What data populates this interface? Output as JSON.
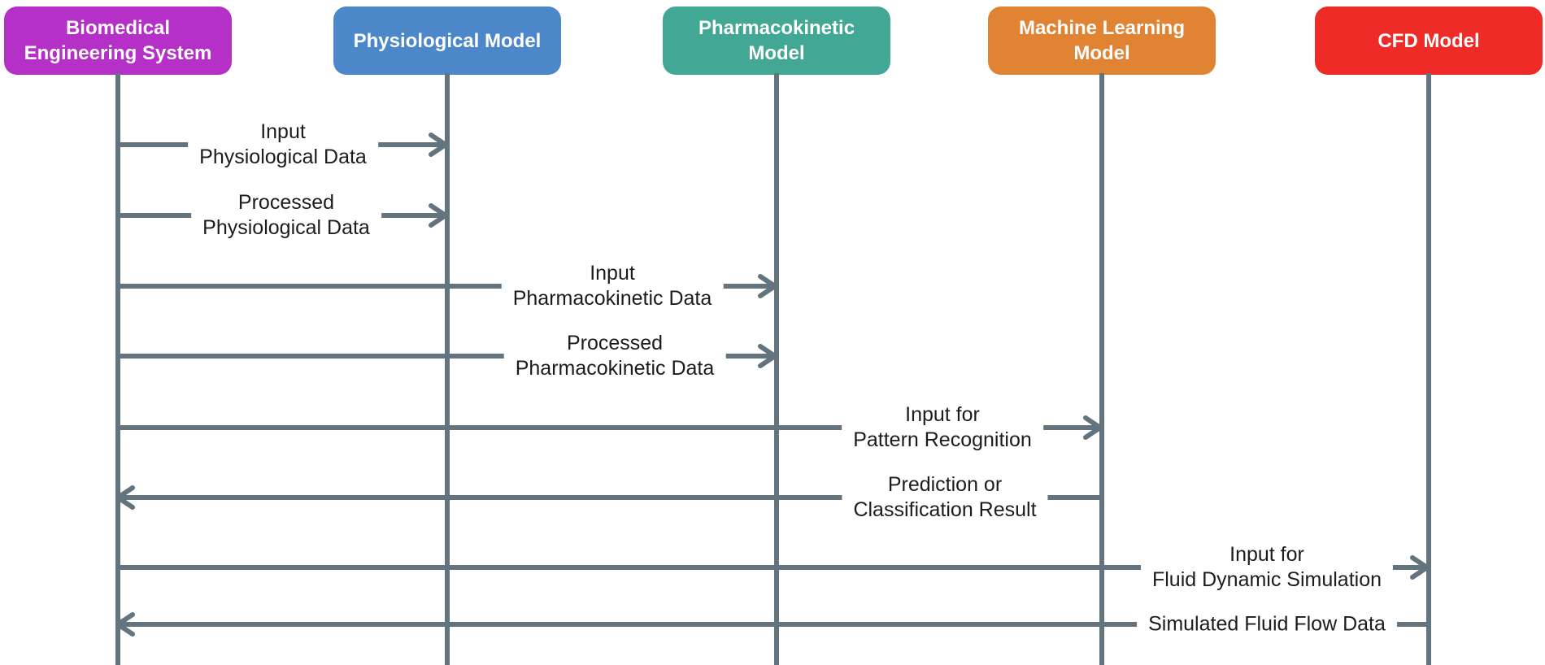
{
  "diagram": {
    "kind": "sequence-diagram",
    "lifeline_color": "#64747f",
    "label_text_color": "#1c1c1c",
    "actors": [
      {
        "label": "Biomedical\nEngineering System",
        "color": "#b430c6"
      },
      {
        "label": "Physiological Model",
        "color": "#4c87c9"
      },
      {
        "label": "Pharmacokinetic\nModel",
        "color": "#42a795"
      },
      {
        "label": "Machine Learning\nModel",
        "color": "#e08434"
      },
      {
        "label": "CFD Model",
        "color": "#ee2b26"
      }
    ],
    "messages": [
      {
        "line1": "Input",
        "line2": "Physiological Data",
        "from": "Biomedical Engineering System",
        "to": "Physiological Model",
        "direction": "right"
      },
      {
        "line1": "Processed",
        "line2": "Physiological Data",
        "from": "Biomedical Engineering System",
        "to": "Physiological Model",
        "direction": "right"
      },
      {
        "line1": "Input",
        "line2": "Pharmacokinetic Data",
        "from": "Biomedical Engineering System",
        "to": "Pharmacokinetic Model",
        "direction": "right"
      },
      {
        "line1": "Processed",
        "line2": "Pharmacokinetic Data",
        "from": "Biomedical Engineering System",
        "to": "Pharmacokinetic Model",
        "direction": "right"
      },
      {
        "line1": "Input for",
        "line2": "Pattern Recognition",
        "from": "Biomedical Engineering System",
        "to": "Machine Learning Model",
        "direction": "right"
      },
      {
        "line1": "Prediction or",
        "line2": "Classification Result",
        "from": "Machine Learning Model",
        "to": "Biomedical Engineering System",
        "direction": "left"
      },
      {
        "line1": "Input for",
        "line2": "Fluid Dynamic Simulation",
        "from": "Biomedical Engineering System",
        "to": "CFD Model",
        "direction": "right"
      },
      {
        "line1": "Simulated Fluid Flow Data",
        "from": "CFD Model",
        "to": "Biomedical Engineering System",
        "direction": "left"
      }
    ]
  }
}
